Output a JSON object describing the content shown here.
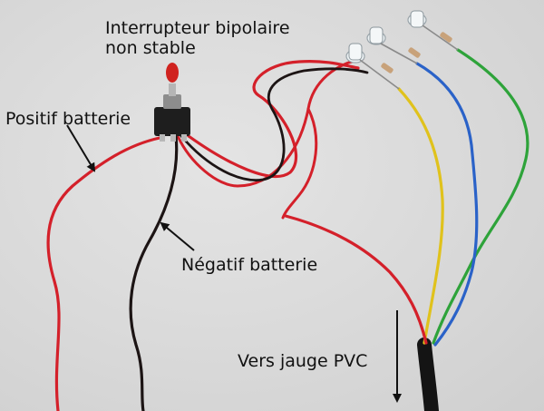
{
  "labels": {
    "switch_line1": "Interrupteur bipolaire",
    "switch_line2": "non stable",
    "positive": "Positif batterie",
    "negative": "Négatif batterie",
    "gauge": "Vers jauge PVC"
  },
  "colors": {
    "wire_red": "#d4202a",
    "wire_black": "#1c1414",
    "wire_yellow": "#e0c21c",
    "wire_blue": "#2a62c8",
    "wire_green": "#2ea33a",
    "switch_cap": "#d0231f",
    "background": "#dcdcdc"
  }
}
